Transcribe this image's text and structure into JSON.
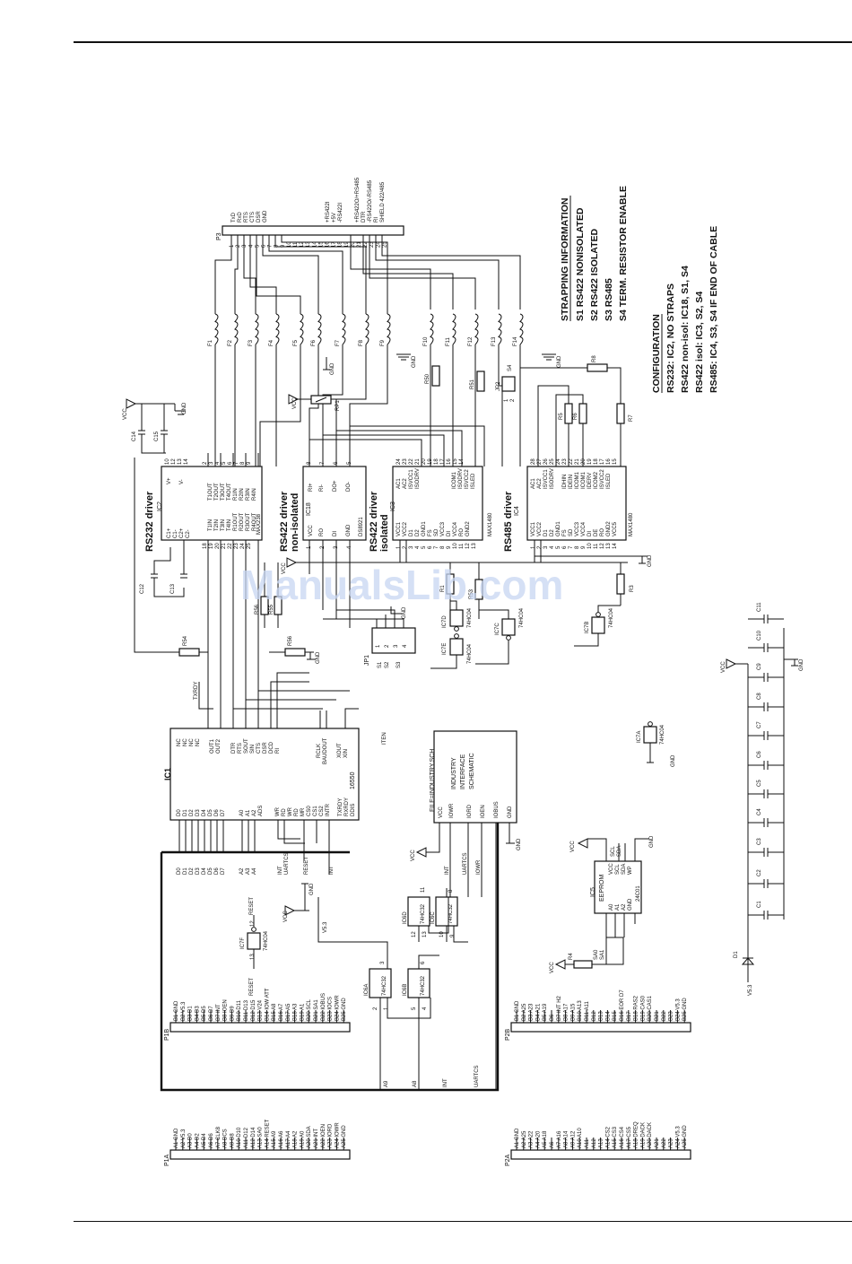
{
  "rs232": {
    "title": "RS232 driver",
    "ic": "IC2",
    "part": "MAX238"
  },
  "rs422_noniso": {
    "title": "RS422 driver non-isolated",
    "ic": "IC18",
    "part": "DS8921"
  },
  "rs422_iso": {
    "title": "RS422 driver isolated",
    "ic": "IC3",
    "part": "MAX1480"
  },
  "rs485": {
    "title": "RS485 driver",
    "ic": "IC4",
    "part": "MAX1480"
  },
  "uart": {
    "ic": "IC1",
    "part": "16550"
  },
  "eeprom": {
    "ic": "IC5",
    "name": "EEPROM",
    "part": "24C01"
  },
  "interface_block": {
    "lines": [
      "FILE=INDUSTRY.SCH",
      "INDUSTRY",
      "INTERFACE",
      "SCHEMATIC"
    ]
  },
  "connector_p3": {
    "ref": "P3",
    "pins": [
      "1",
      "2",
      "3",
      "4",
      "5",
      "6",
      "7",
      "8",
      "9",
      "10",
      "11",
      "12",
      "13",
      "14",
      "15",
      "16",
      "17",
      "18",
      "19",
      "20",
      "21",
      "22",
      "23",
      "24",
      "25"
    ],
    "signals": [
      "TxD",
      "RxD",
      "RTS",
      "CTS",
      "DSR",
      "GND",
      "+RS422I",
      "+5V",
      "-RS422I",
      "+RS422O/+RS485",
      "DTR",
      "-RS422O/-RS485",
      "RI",
      "SHIELD 422/485"
    ]
  },
  "ferrites": [
    "F1",
    "F2",
    "F3",
    "F4",
    "F5",
    "F6",
    "F7",
    "F8",
    "F9",
    "F10",
    "F11",
    "F12",
    "F13",
    "F14"
  ],
  "resistors": [
    "R1",
    "R3",
    "R4",
    "R5",
    "R6",
    "R7",
    "R8",
    "R50",
    "R51",
    "R53",
    "R54",
    "R55",
    "R56",
    "RP1"
  ],
  "capacitors": [
    "C1",
    "C2",
    "C3",
    "C4",
    "C5",
    "C6",
    "C7",
    "C8",
    "C9",
    "C10",
    "C11",
    "C12",
    "C13",
    "C14",
    "C15"
  ],
  "gates": [
    "IC6A",
    "IC6B",
    "IC6C",
    "IC6D",
    "IC7A",
    "IC7B",
    "IC7C",
    "IC7D",
    "IC7E",
    "IC7F"
  ],
  "jumpers": [
    "JP1",
    "JP2",
    "S1",
    "S2",
    "S3",
    "S4"
  ],
  "diode": "D1",
  "nets": [
    "VCC",
    "GND",
    "V5.3",
    "RESET",
    "INT",
    "UARTCS",
    "IOWR",
    "IORD",
    "IOEN",
    "IOBUS",
    "CLK8",
    "ITEN",
    "TXRDY",
    "RXRDY",
    "DDIS",
    "SA0",
    "SA1",
    "SCL",
    "SDA",
    "A8",
    "A9"
  ],
  "strapping": {
    "heading": "STRAPPING INFORMATION",
    "items": [
      "S1 RS422 NONISOLATED",
      "S2 RS422 ISOLATED",
      "S3 RS485",
      "S4 TERM. RESISTOR ENABLE"
    ]
  },
  "configuration": {
    "heading": "CONFIGURATION",
    "items": [
      "RS232: IC2, NO STRAPS",
      "RS422 non-isol: IC18, S1, S4",
      "RS422 isol: IC3, S2, S4",
      "RS485: IC4, S3, S4 IF END OF CABLE"
    ]
  },
  "connectors": {
    "p1a": {
      "ref": "P1A",
      "pins": [
        "A1 GND",
        "A2 V5.3",
        "A3 D0",
        "A4 D2",
        "A5 D4",
        "A6 D6",
        "A7 CLK8",
        "A8 DCS",
        "A9 D8",
        "A10 D10",
        "A11 D12",
        "A12 D14",
        "A13 SA0",
        "A14 RESET",
        "A15 A9",
        "A16 A6",
        "A17 A4",
        "A18 A2",
        "A19 A0",
        "A20 SDA",
        "A21 INT",
        "A22 IOEN",
        "A23 IORD",
        "A24 IOWR",
        "A25 GND"
      ]
    },
    "p1b": {
      "ref": "P1B",
      "pins": [
        "B1 GND",
        "B2 V5.3",
        "B3 D1",
        "B4 D3",
        "B5 D5",
        "B6 D7",
        "B7 INT",
        "B8 IOEN",
        "B9 D9",
        "B10 D11",
        "B11 D13",
        "B12 D15",
        "B13 V24",
        "B14 IOW ATT",
        "B15 A8",
        "B16 A7",
        "B17 A5",
        "B18 A3",
        "B19 A1",
        "B20 SCL",
        "B21 SA1",
        "B22 IOBUS",
        "B23 IOCS",
        "B24 IOWR",
        "B25 GND"
      ]
    },
    "p2a": {
      "ref": "P2A",
      "pins": [
        "A1 GND",
        "A2 A25",
        "A3 A22",
        "A4 A20",
        "A5 A18",
        "A6",
        "A7 A16",
        "A8 A14",
        "A9 A12",
        "A10 A10",
        "A11",
        "A12",
        "A13",
        "A14 CS2",
        "A15 CS3",
        "A16 CS4",
        "A17 CS5",
        "A18 DREQ",
        "A19 DACK",
        "A20 DACK",
        "A21",
        "A22",
        "A23",
        "A24 V5.3",
        "A25 GND"
      ]
    },
    "p2b": {
      "ref": "P2B",
      "pins": [
        "B1 GND",
        "B2 A25",
        "B3 A23",
        "B4 A21",
        "B5 A19",
        "B6",
        "B7 INT H2",
        "B8 A17",
        "B9 A15",
        "B10 A13",
        "B11 A11",
        "B12",
        "B13",
        "B14",
        "B15",
        "B16 EOR D7",
        "B17",
        "B18 RAS2",
        "B19 CAS0",
        "B20 CAS1",
        "B21",
        "B22",
        "B23",
        "B24 V5.3",
        "B25 GND"
      ]
    }
  },
  "watermark": "ManualsLib.com"
}
